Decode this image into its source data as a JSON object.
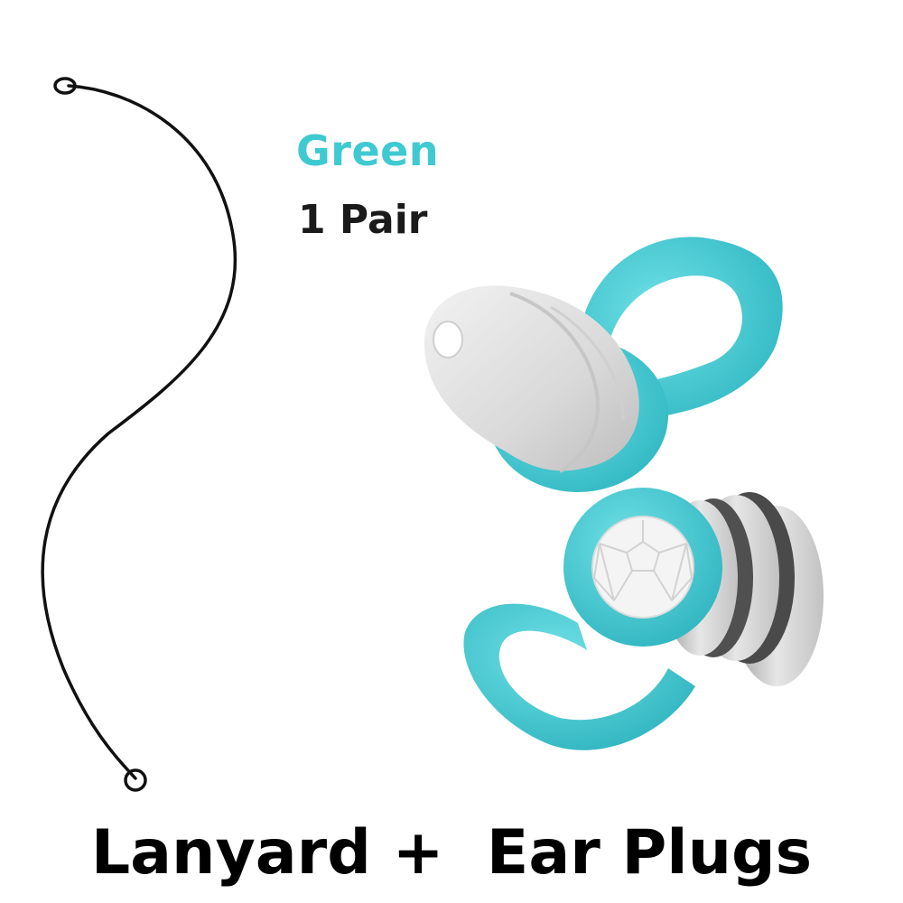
{
  "product": {
    "color_label": "Green",
    "quantity_label": "1 Pair",
    "caption_part1": "Lanyard",
    "caption_plus": "+",
    "caption_part2": "Ear Plugs"
  },
  "colors": {
    "accent": "#3fc9d1",
    "plug_body": "#e4e4e4",
    "lanyard": "#111111"
  },
  "images": {
    "lanyard": "lanyard-cord-image",
    "plug_top": "ear-plug-side-view-image",
    "plug_bottom": "ear-plug-front-view-image"
  }
}
